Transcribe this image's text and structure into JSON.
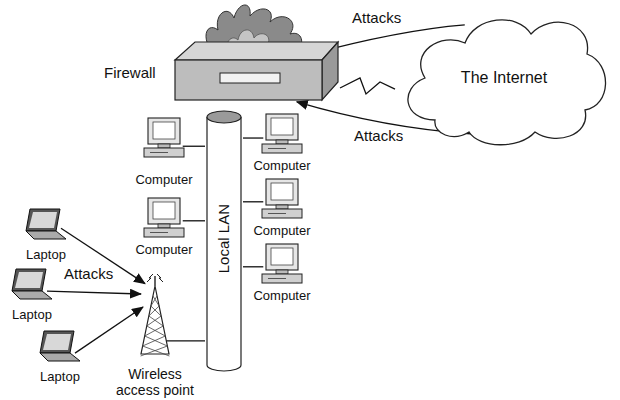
{
  "diagram": {
    "nodes": [
      {
        "text": [
          "Firewall"
        ]
      },
      {
        "text": [
          "The Internet"
        ]
      },
      {
        "text": [
          "Local LAN"
        ]
      },
      {
        "text": [
          "Computer"
        ]
      },
      {
        "text": [
          "Computer"
        ]
      },
      {
        "text": [
          "Computer"
        ]
      },
      {
        "text": [
          "Computer"
        ]
      },
      {
        "text": [
          "Computer"
        ]
      },
      {
        "text": [
          "Laptop"
        ]
      },
      {
        "text": [
          "Laptop"
        ]
      },
      {
        "text": [
          "Laptop"
        ]
      },
      {
        "text": [
          "Wireless access point"
        ]
      }
    ],
    "edges": [
      {
        "from": 1,
        "to": 0,
        "label": "Attacks",
        "arrow": "to"
      },
      {
        "from": 1,
        "to": 0,
        "label": "Attacks",
        "arrow": "to"
      },
      {
        "from": 0,
        "to": 1,
        "arrow": "none"
      },
      {
        "from": 3,
        "to": 2,
        "arrow": "none"
      },
      {
        "from": 4,
        "to": 2,
        "arrow": "none"
      },
      {
        "from": 5,
        "to": 2,
        "arrow": "none"
      },
      {
        "from": 6,
        "to": 2,
        "arrow": "none"
      },
      {
        "from": 7,
        "to": 2,
        "arrow": "none"
      },
      {
        "from": 8,
        "to": 11,
        "arrow": "to"
      },
      {
        "from": 9,
        "to": 11,
        "label": "Attacks",
        "arrow": "to"
      },
      {
        "from": 10,
        "to": 11,
        "arrow": "to"
      },
      {
        "from": 11,
        "to": 2,
        "arrow": "none"
      }
    ]
  }
}
